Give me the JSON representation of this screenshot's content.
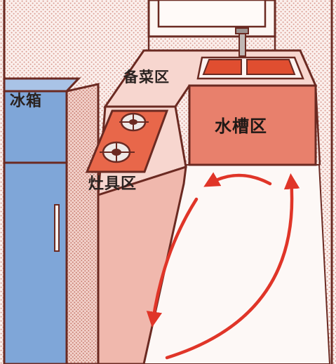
{
  "zones": {
    "fridge": "冰箱",
    "prep": "备菜区",
    "sink": "水槽区",
    "stove": "灶具区"
  },
  "colors": {
    "outline": "#6b2a22",
    "dot_pattern": "#d89a90",
    "wall": "#fbefec",
    "floor": "#fdf8f6",
    "counter_top": "#f7d6cf",
    "counter_front": "#f0b8ad",
    "sink_cabinet": "#e8806c",
    "basin": "#e04e30",
    "stove_panel": "#e8674a",
    "fridge_blue": "#7fa6d8",
    "arrow": "#e03528"
  }
}
